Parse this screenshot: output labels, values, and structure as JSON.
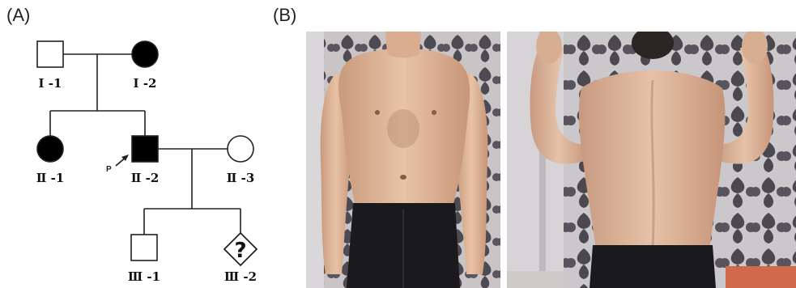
{
  "panels": {
    "a_label": "(A)",
    "b_label": "(B)"
  },
  "pedigree": {
    "individuals": [
      {
        "id": "I-1",
        "label": "Ⅰ -1",
        "sex": "male",
        "affected": false
      },
      {
        "id": "I-2",
        "label": "Ⅰ -2",
        "sex": "female",
        "affected": true
      },
      {
        "id": "II-1",
        "label": "Ⅱ -1",
        "sex": "female",
        "affected": true
      },
      {
        "id": "II-2",
        "label": "Ⅱ -2",
        "sex": "male",
        "affected": true,
        "proband": true
      },
      {
        "id": "II-3",
        "label": "Ⅱ -3",
        "sex": "female",
        "affected": false
      },
      {
        "id": "III-1",
        "label": "Ⅲ -1",
        "sex": "male",
        "affected": false
      },
      {
        "id": "III-2",
        "label": "Ⅲ -2",
        "sex": "unknown",
        "affected": "unknown"
      }
    ],
    "proband_marker": "P",
    "unknown_symbol": "?"
  },
  "photos": {
    "front": "front-view-photo",
    "back": "back-view-photo"
  },
  "colors": {
    "affected_fill": "#000000",
    "line": "#222222"
  }
}
